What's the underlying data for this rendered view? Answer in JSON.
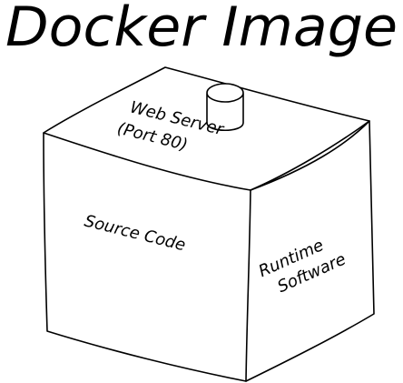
{
  "diagram": {
    "title": "Docker Image",
    "top_label": {
      "line1": "Web Server",
      "line2": "(Port 80)"
    },
    "front_label": "Source Code",
    "side_label": {
      "line1": "Runtime",
      "line2": "Software"
    },
    "colors": {
      "ink": "#000000",
      "background": "#ffffff"
    },
    "icons": [
      "cylinder-port-icon"
    ]
  }
}
